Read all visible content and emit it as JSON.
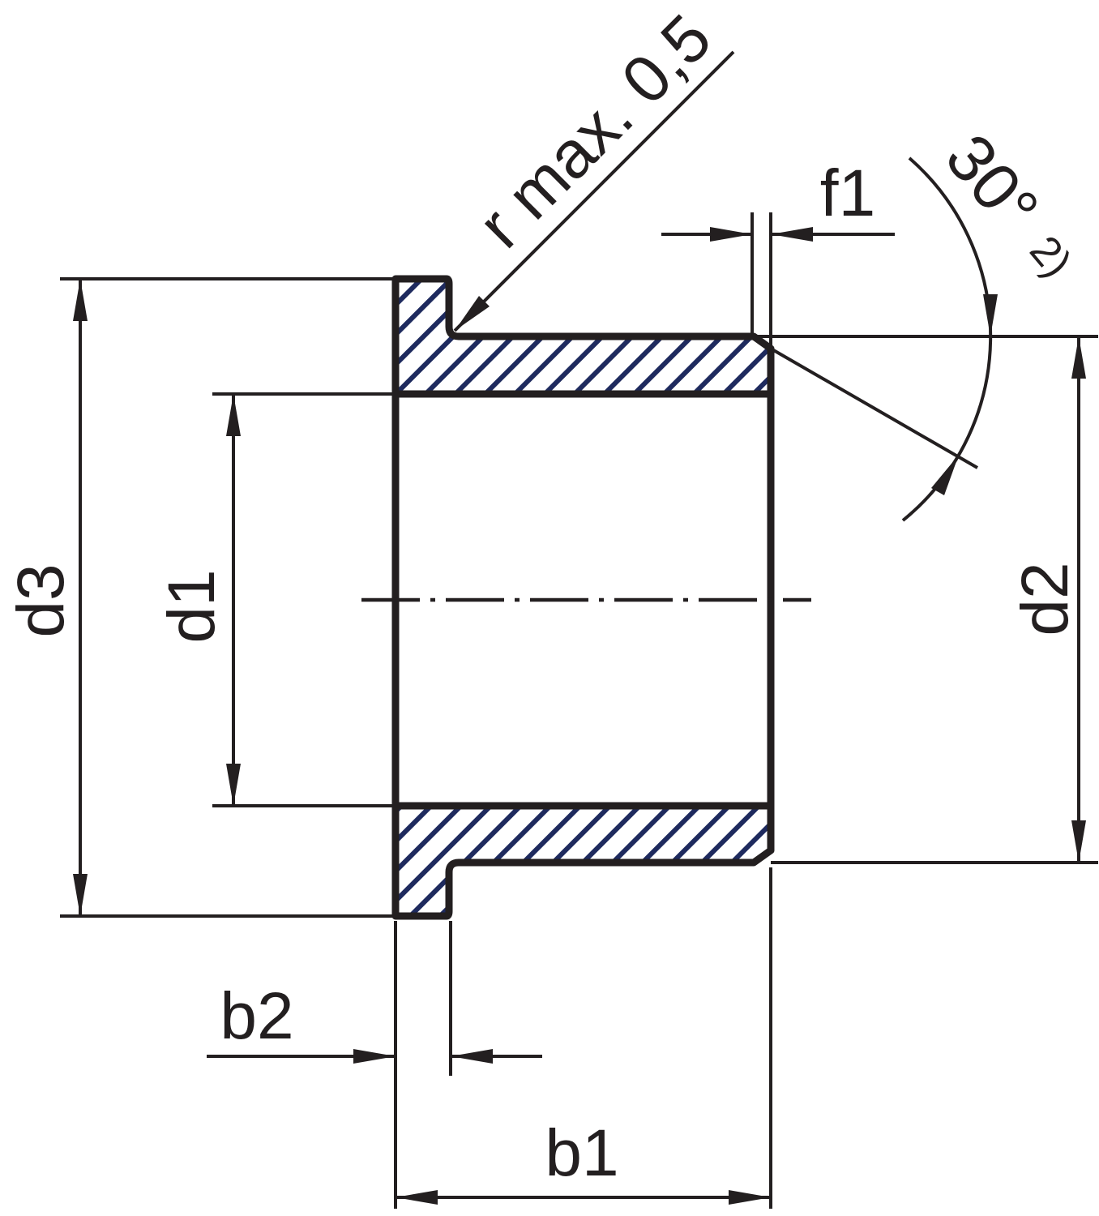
{
  "drawing": {
    "kind": "flanged-bushing-cross-section",
    "labels": {
      "d3": "d3",
      "d1": "d1",
      "d2": "d2",
      "f1": "f1",
      "b1": "b1",
      "b2": "b2",
      "angle": "30°",
      "angle_footnote": "2)",
      "radius_note": "r max. 0,5"
    },
    "colors": {
      "line": "#231f20",
      "hatch": "#1e2a5e",
      "background": "#ffffff"
    }
  }
}
